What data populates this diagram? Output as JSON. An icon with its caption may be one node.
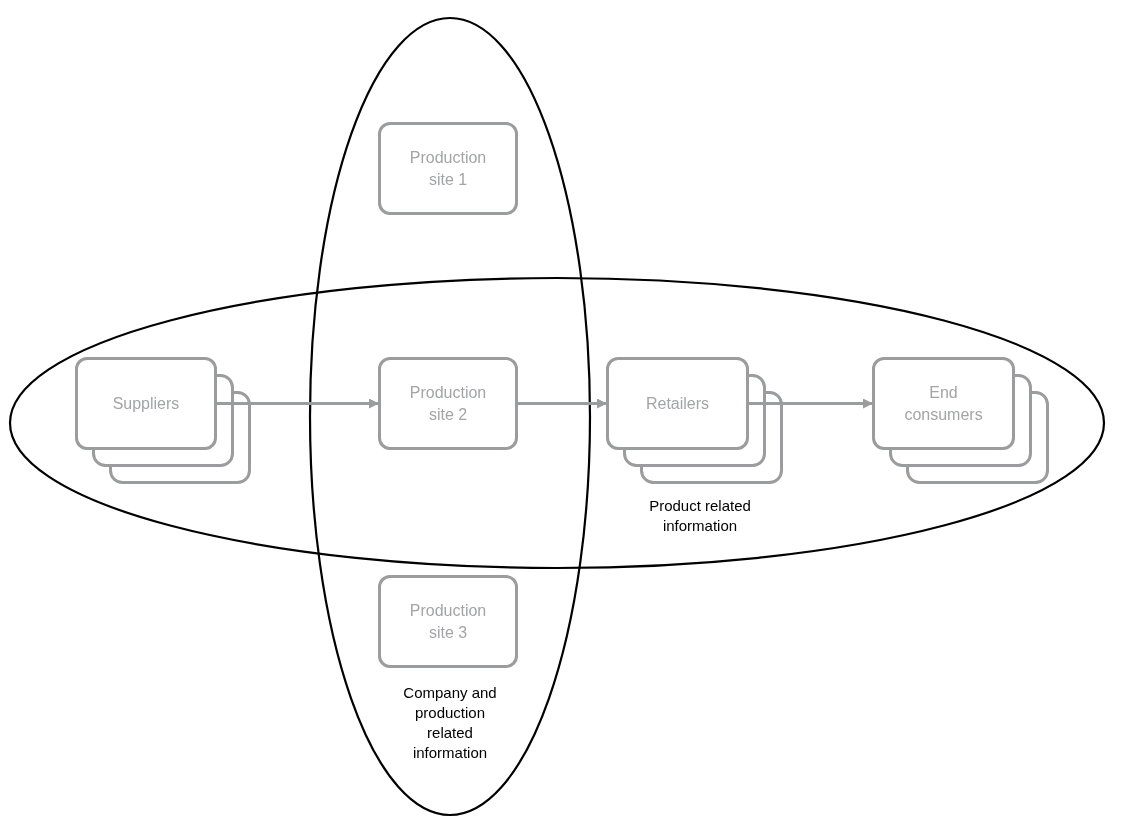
{
  "diagram": {
    "nodes": [
      {
        "text": [
          "Company and production related information"
        ]
      },
      {
        "text": [
          "Production site 1"
        ],
        "in": 0
      },
      {
        "text": [
          "Product related information"
        ]
      },
      {
        "text": [
          "Suppliers"
        ],
        "in": 2
      },
      {
        "text": [
          "Production site 2"
        ]
      },
      {
        "text": [
          "Retailers"
        ],
        "in": 2
      },
      {
        "text": [
          "End consumers"
        ],
        "in": 2
      },
      {
        "text": [
          "Production site 3"
        ],
        "in": 0
      }
    ],
    "edges": [
      {
        "from": 3,
        "to": 4,
        "arrow": "to"
      },
      {
        "from": 4,
        "to": 5,
        "arrow": "to"
      },
      {
        "from": 5,
        "to": 6,
        "arrow": "to"
      }
    ]
  }
}
